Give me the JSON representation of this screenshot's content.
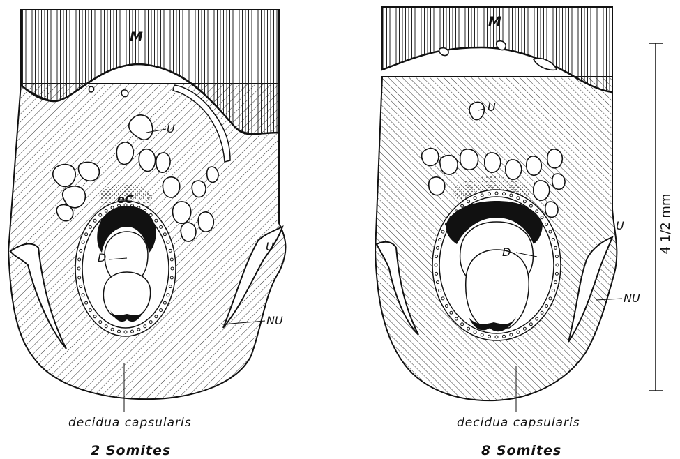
{
  "left_panel": {
    "label_m": "M",
    "label_u_top": "U",
    "label_ec": "eC",
    "label_d": "D",
    "label_u_side": "U",
    "label_nu": "NU",
    "caption": "decidua capsularis",
    "title": "2 Somites"
  },
  "right_panel": {
    "label_m": "M",
    "label_u_top": "U",
    "label_d": "D",
    "label_u_side": "U",
    "label_nu": "NU",
    "caption": "decidua capsularis",
    "title": "8 Somites"
  },
  "scale_bar": {
    "label": "4 1/2 mm"
  },
  "colors": {
    "ink": "#111111",
    "paper": "#ffffff"
  }
}
